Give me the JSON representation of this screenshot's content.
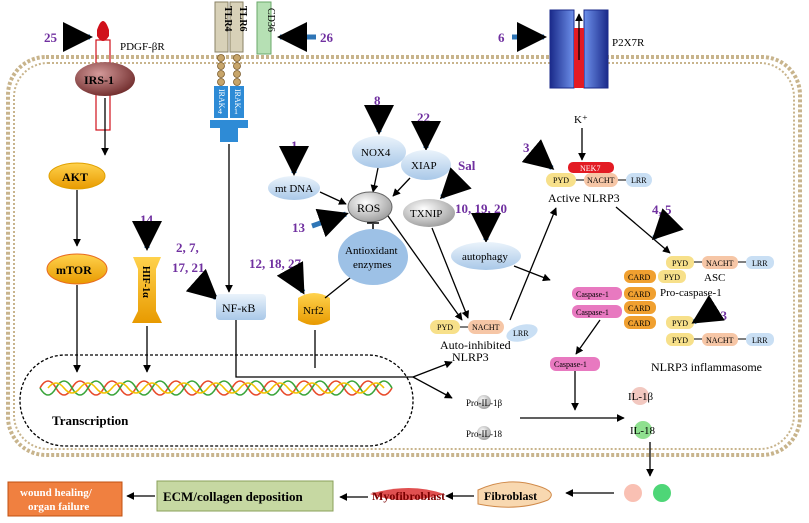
{
  "numbers": {
    "n25": "25",
    "n26": "26",
    "n6": "6",
    "n8": "8",
    "n22": "22",
    "n1": "1",
    "n13": "13",
    "sal": "Sal",
    "n10_19_20": "10, 19, 20",
    "n3": "3",
    "n4_5": "4, 5",
    "n14": "14",
    "n2_7": "2, 7,",
    "n17_21": "17, 21",
    "n12_18_27": "12, 18, 27",
    "n23": "23"
  },
  "receptors": {
    "pdgf": "PDGF-βR",
    "irs1": "IRS-1",
    "tlr4": "TLR4",
    "tlr6": "TLR6",
    "cd36": "CD36",
    "irak4a": "IRAK",
    "irak4b": "4",
    "irak1a": "IRAK",
    "irak1b": "1",
    "p2x7r": "P2X7R",
    "kplus": "K⁺"
  },
  "nodes": {
    "akt": "AKT",
    "mtor": "mTOR",
    "hif": "HIF-1α",
    "nfkb": "NF-κB",
    "nrf2": "Nrf2",
    "mtdna": "mt DNA",
    "nox4": "NOX4",
    "xiap": "XIAP",
    "ros": "ROS",
    "txnip": "TXNIP",
    "antiox1": "Antioxidant",
    "antiox2": "enzymes",
    "autophagy": "autophagy",
    "nek7": "NEK7",
    "active_nlrp3": "Active NLRP3",
    "autoinh1": "Auto-inhibited",
    "autoinh2": "NLRP3",
    "asc": "ASC",
    "procasp1": "Pro-caspase-1",
    "nlrp3_inflammasome": "NLRP3 inflammasome",
    "caspase1": "Caspase-1",
    "pro_il1b": "Pro-IL-1β",
    "pro_il18": "Pro-IL-18",
    "il1b": "IL-1β",
    "il18": "IL-18",
    "transcription": "Transcription"
  },
  "domains": {
    "pyd": "PYD",
    "nacht": "NACHT",
    "lrr": "LRR",
    "card": "CARD",
    "casp": "Caspase-1"
  },
  "bottom": {
    "wound": "wound healing/",
    "organ": "organ failure",
    "ecm": "ECM/collagen deposition",
    "myofib": "Myofibroblast",
    "fibroblast": "Fibroblast"
  },
  "colors": {
    "membrane": "#c8b48c",
    "blue_arrow": "#2e75b6",
    "purple_number": "#7030a0",
    "akt_fill": "#f5c400",
    "light_blue": "#c9def2",
    "pyd": "#f7e08a",
    "nacht": "#f6c6a6",
    "lrr": "#c9dff4",
    "card": "#f0a030",
    "caspase": "#e879c0",
    "nek7": "#e31b23"
  }
}
